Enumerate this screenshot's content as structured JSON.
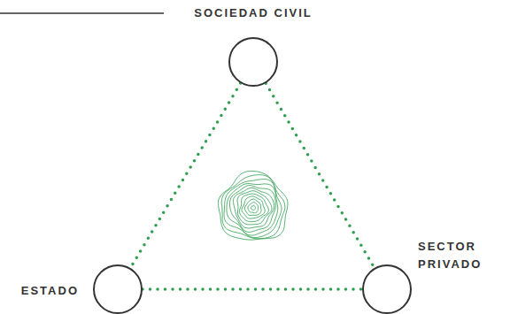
{
  "diagram": {
    "nodes": [
      {
        "text": [
          "SOCIEDAD CIVIL"
        ]
      },
      {
        "text": [
          "ESTADO"
        ]
      },
      {
        "text": [
          "SECTOR PRIVADO"
        ]
      }
    ],
    "edges": [
      {
        "from": 0,
        "to": 1,
        "arrow": "none"
      },
      {
        "from": 0,
        "to": 2,
        "arrow": "none"
      },
      {
        "from": 1,
        "to": 2,
        "arrow": "none"
      }
    ]
  }
}
